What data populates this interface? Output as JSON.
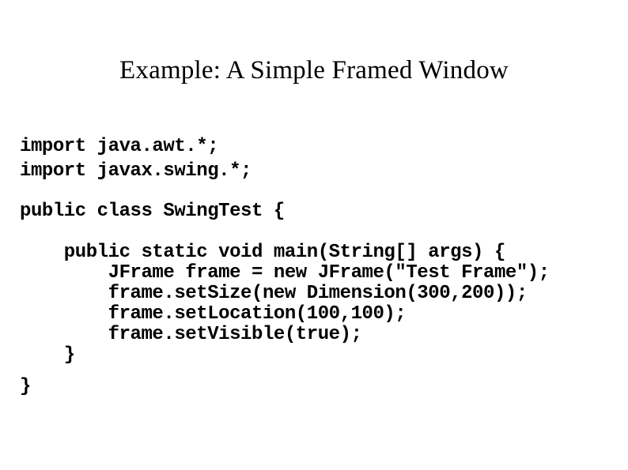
{
  "slide": {
    "title": "Example: A Simple Framed Window",
    "background_color": "#ffffff",
    "text_color": "#000000",
    "code": {
      "language": "java",
      "lines": [
        "import java.awt.*;",
        "import javax.swing.*;",
        "",
        "public class SwingTest {",
        "",
        "    public static void main(String[] args) {",
        "        JFrame frame = new JFrame(\"Test Frame\");",
        "        frame.setSize(new Dimension(300,200));",
        "        frame.setLocation(100,100);",
        "        frame.setVisible(true);",
        "    }",
        "",
        "}"
      ],
      "line_01": "import java.awt.*;",
      "line_02": "import javax.swing.*;",
      "line_03": "",
      "line_04": "public class SwingTest {",
      "line_05": "",
      "line_06": "    public static void main(String[] args) {",
      "line_07": "        JFrame frame = new JFrame(\"Test Frame\");",
      "line_08": "        frame.setSize(new Dimension(300,200));",
      "line_09": "        frame.setLocation(100,100);",
      "line_10": "        frame.setVisible(true);",
      "line_11": "    }",
      "line_12": "",
      "line_13": "}"
    }
  }
}
